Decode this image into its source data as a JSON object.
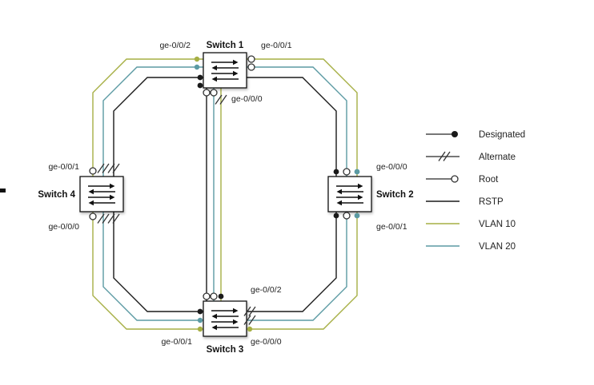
{
  "diagram": {
    "switches": [
      {
        "id": "switch1",
        "label": "Switch 1"
      },
      {
        "id": "switch2",
        "label": "Switch 2"
      },
      {
        "id": "switch3",
        "label": "Switch 3"
      },
      {
        "id": "switch4",
        "label": "Switch 4"
      }
    ],
    "ports": {
      "s1_left": "ge-0/0/2",
      "s1_right": "ge-0/0/1",
      "s1_bottom": "ge-0/0/0",
      "s2_top": "ge-0/0/0",
      "s2_bottom": "ge-0/0/1",
      "s3_top": "ge-0/0/2",
      "s3_bottom_left": "ge-0/0/1",
      "s3_bottom_right": "ge-0/0/0",
      "s4_top": "ge-0/0/1",
      "s4_bottom": "ge-0/0/0"
    },
    "legend": [
      {
        "key": "designated",
        "label": "Designated",
        "marker": "filled-circle-icon"
      },
      {
        "key": "alternate",
        "label": "Alternate",
        "marker": "double-slash-icon"
      },
      {
        "key": "root",
        "label": "Root",
        "marker": "open-circle-icon"
      },
      {
        "key": "rstp",
        "label": "RSTP",
        "line": "black"
      },
      {
        "key": "vlan10",
        "label": "VLAN 10",
        "line": "olive"
      },
      {
        "key": "vlan20",
        "label": "VLAN 20",
        "line": "teal"
      }
    ],
    "colors": {
      "rstp": "#1a1a1a",
      "vlan10": "#a6af44",
      "vlan20": "#5b9aa3",
      "marker": "#333333"
    }
  }
}
